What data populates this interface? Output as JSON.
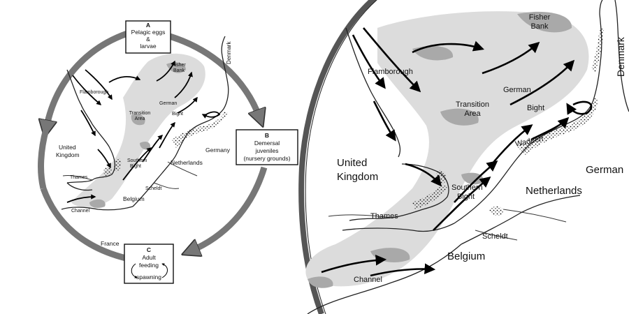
{
  "stages": {
    "a_letter": "A",
    "a_line1": "Pelagic eggs",
    "a_line2": "&",
    "a_line3": "larvae",
    "b_letter": "B",
    "b_line1": "Demersal",
    "b_line2": "juveniles",
    "b_line3": "(nursery grounds)",
    "c_letter": "C",
    "c_line1": "Adult",
    "c_line2": "feeding",
    "c_line3": "spawning"
  },
  "places": {
    "fisher": "Fisher",
    "bank": "Bank",
    "flamborough": "Flamborough",
    "transition": "Transition",
    "area": "Area",
    "german": "German",
    "bight": "Bight",
    "united": "United",
    "kingdom": "Kingdom",
    "southern": "Southern",
    "thames": "Thames",
    "netherlands": "Netherlands",
    "germany": "Germany",
    "german_cut": "German",
    "denmark": "Denmark",
    "scheldt": "Scheldt",
    "belgium": "Belgium",
    "channel": "Channel",
    "france": "France",
    "wadden": "Wadden"
  },
  "colors": {
    "shade_light": "#dcdcdc",
    "shade_dark": "#a9a9a9",
    "cycle_arrow": "#777777"
  },
  "icons": [
    "cycle-arrow-icon",
    "current-arrow-icon"
  ]
}
